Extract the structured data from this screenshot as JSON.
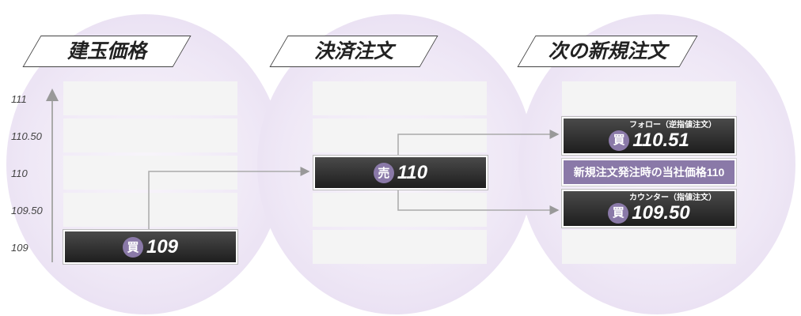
{
  "headers": [
    "建玉価格",
    "決済注文",
    "次の新規注文"
  ],
  "axis": {
    "labels": [
      "111",
      "110.50",
      "110",
      "109.50",
      "109"
    ]
  },
  "position": {
    "side": "買",
    "price": "109"
  },
  "settlement": {
    "side": "売",
    "price": "110"
  },
  "next": {
    "follow": {
      "side": "買",
      "label": "フォロー（逆指値注文）",
      "price": "110.51"
    },
    "reference": "新規注文発注時の当社価格110",
    "counter": {
      "side": "買",
      "label": "カウンター（指値注文）",
      "price": "109.50"
    }
  },
  "colors": {
    "accent": "#8a79a8",
    "dark": "#2a2a2a"
  }
}
